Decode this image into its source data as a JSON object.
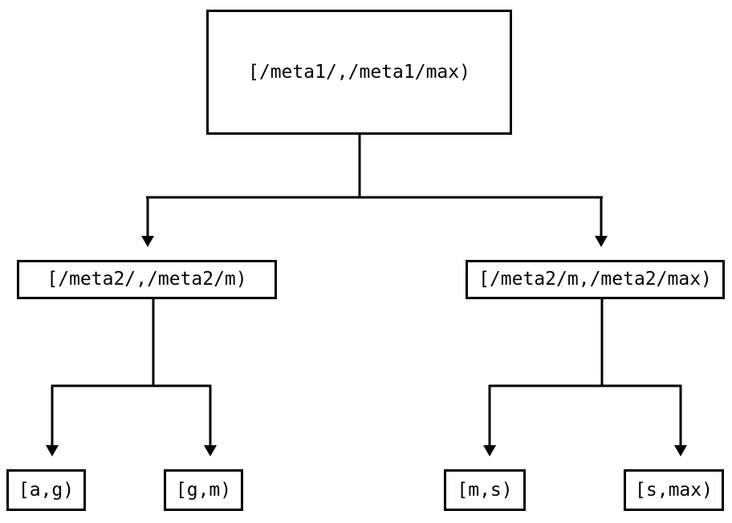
{
  "diagram": {
    "type": "tree",
    "title": "",
    "background_color": "#ffffff",
    "line_color": "#000000",
    "text_color": "#000000",
    "nodes": {
      "root": {
        "id": "root",
        "label": "[/meta1/,/meta1/max)",
        "level": 0
      },
      "mid_left": {
        "id": "mid-left",
        "label": "[/meta2/,/meta2/m)",
        "level": 1
      },
      "mid_right": {
        "id": "mid-right",
        "label": "[/meta2/m,/meta2/max)",
        "level": 1
      },
      "leaf_ag": {
        "id": "leaf-ag",
        "label": "[a,g)",
        "level": 2
      },
      "leaf_gm": {
        "id": "leaf-gm",
        "label": "[g,m)",
        "level": 2
      },
      "leaf_ms": {
        "id": "leaf-ms",
        "label": "[m,s)",
        "level": 2
      },
      "leaf_smax": {
        "id": "leaf-smax",
        "label": "[s,max)",
        "level": 2
      }
    },
    "edges": [
      {
        "from": "root",
        "to": "mid_left",
        "arrow": "triangle-down"
      },
      {
        "from": "root",
        "to": "mid_right",
        "arrow": "triangle-down"
      },
      {
        "from": "mid_left",
        "to": "leaf_ag",
        "arrow": "triangle-down"
      },
      {
        "from": "mid_left",
        "to": "leaf_gm",
        "arrow": "triangle-down"
      },
      {
        "from": "mid_right",
        "to": "leaf_ms",
        "arrow": "triangle-down"
      },
      {
        "from": "mid_right",
        "to": "leaf_smax",
        "arrow": "triangle-down"
      }
    ]
  }
}
